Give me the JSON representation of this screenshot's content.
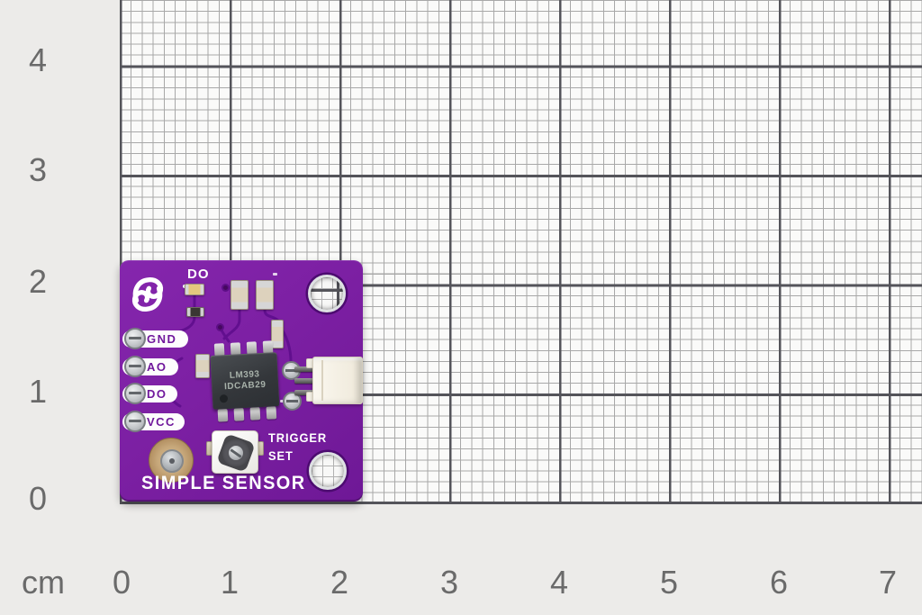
{
  "ruler": {
    "unit_label": "cm",
    "x_labels": [
      "0",
      "1",
      "2",
      "3",
      "4",
      "5",
      "6",
      "7"
    ],
    "y_labels": [
      "4",
      "3",
      "2",
      "1",
      "0"
    ]
  },
  "board": {
    "title": "SIMPLE SENSOR",
    "logo_name": "soldered-spiral-s-logo",
    "top_indicator_label": "DO",
    "pin_labels": [
      "GND",
      "AO",
      "DO",
      "VCC"
    ],
    "ic": {
      "line1": "LM393",
      "line2": "IDCAB29"
    },
    "trimmer": {
      "label_line1": "TRIGGER",
      "label_line2": "SET"
    },
    "colors": {
      "board_purple": "#7b1fa2",
      "trace_purple": "#5f0e8d",
      "silkscreen_white": "#ffffff",
      "pin_label_text": "#70189c",
      "grid_major_line": "#54545a",
      "grid_minor_line": "#a8a8a8",
      "paper_margin": "#ecebe9"
    }
  }
}
